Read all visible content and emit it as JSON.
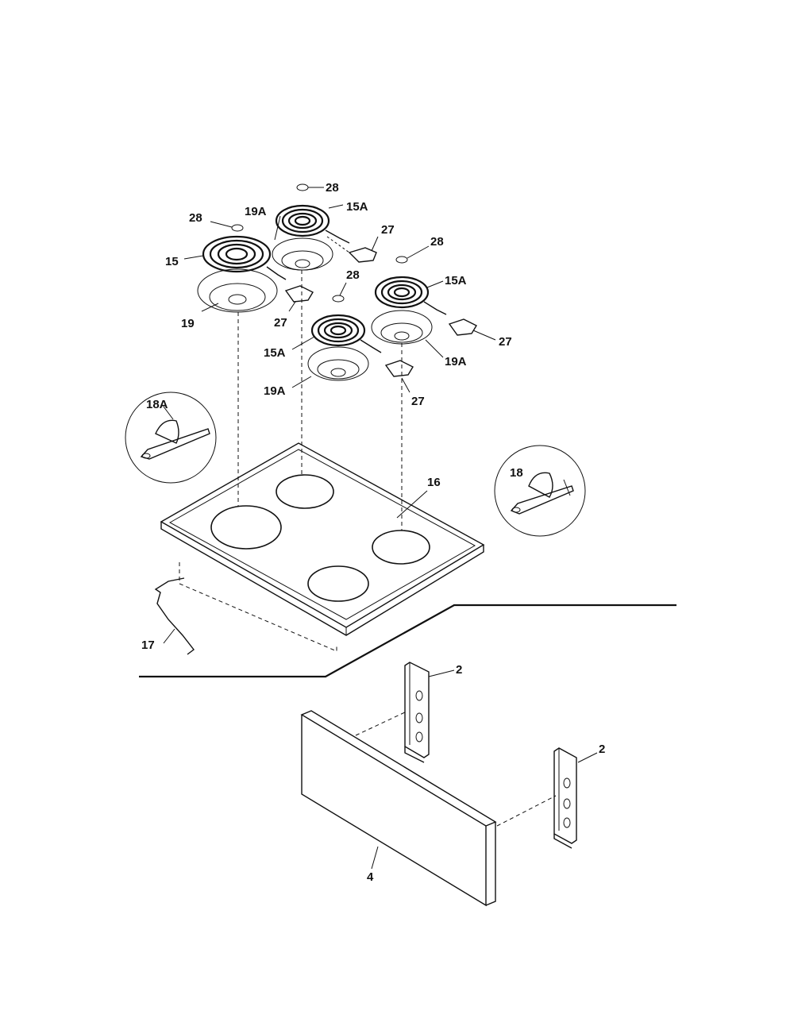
{
  "labels": {
    "l28a": "28",
    "l15a_top": "15A",
    "l19a_top": "19A",
    "l27_top": "27",
    "l28b": "28",
    "l15": "15",
    "l19": "19",
    "l27_left": "27",
    "l28c": "28",
    "l15a_right": "15A",
    "l28d": "28",
    "l15a_mid": "15A",
    "l19a_mid": "19A",
    "l27_right": "27",
    "l19a_right": "19A",
    "l27_bottom": "27",
    "l18a": "18A",
    "l18": "18",
    "l16": "16",
    "l17": "17",
    "l2a": "2",
    "l2b": "2",
    "l4": "4"
  }
}
